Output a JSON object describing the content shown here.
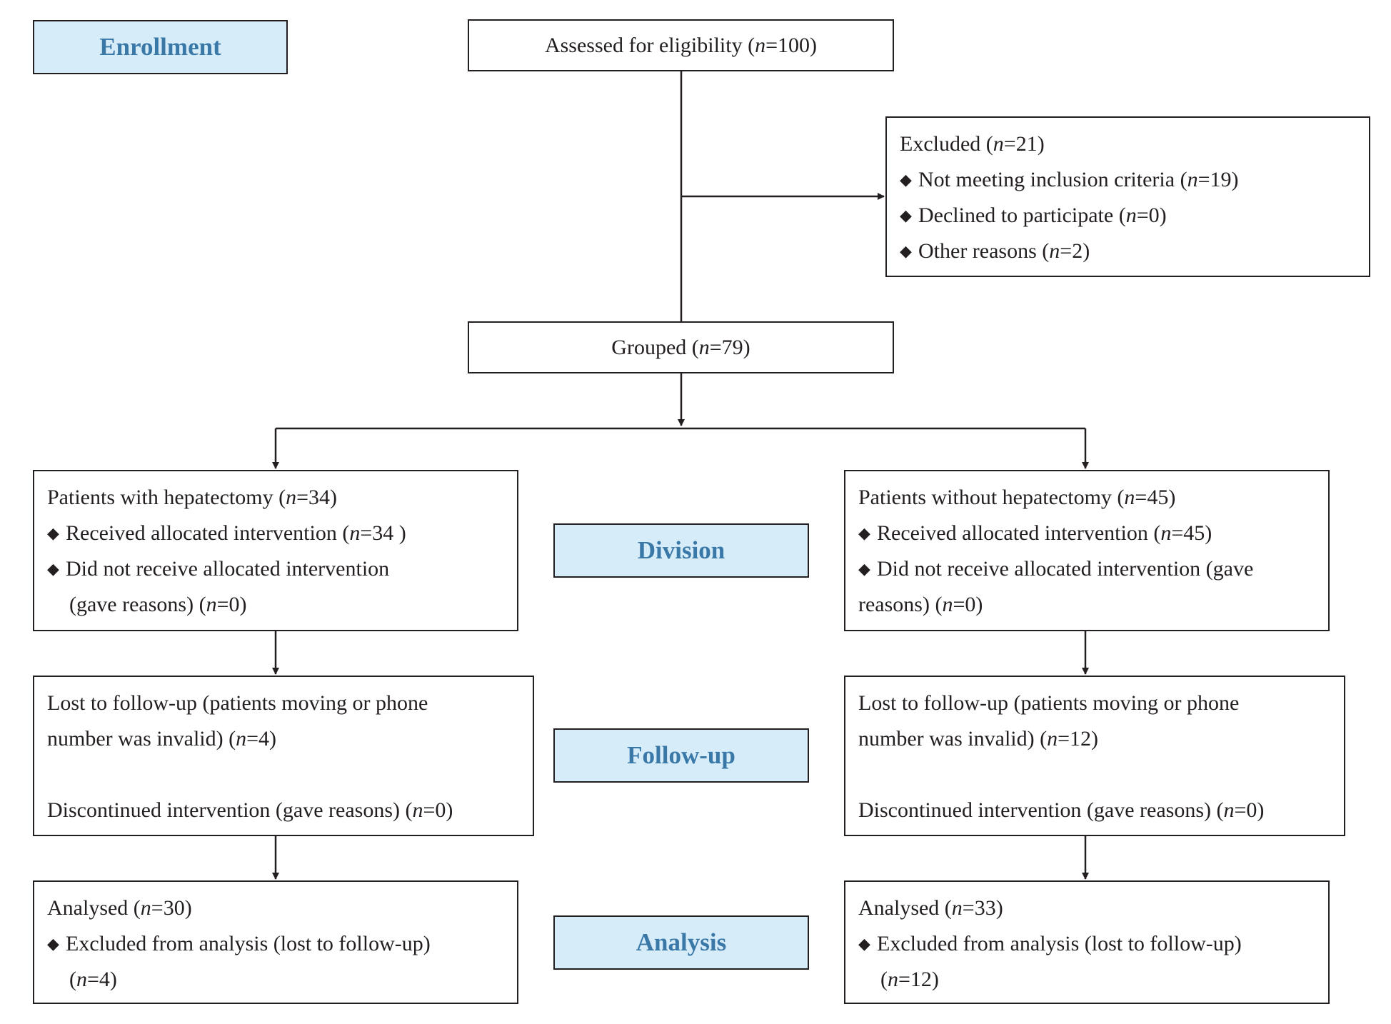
{
  "stages": {
    "enrollment": "Enrollment",
    "division": "Division",
    "follow_up": "Follow-up",
    "analysis": "Analysis"
  },
  "bullet": "◆",
  "assessed": {
    "label": "Assessed for eligibility (",
    "n_var": "n",
    "n_val": "=100)"
  },
  "excluded": {
    "title": {
      "label": "Excluded (",
      "n_var": "n",
      "n_val": "=21)"
    },
    "items": [
      {
        "label": "Not meeting inclusion criteria (",
        "n_var": "n",
        "n_val": "=19)"
      },
      {
        "label": "Declined to participate (",
        "n_var": "n",
        "n_val": "=0)"
      },
      {
        "label": "Other reasons (",
        "n_var": "n",
        "n_val": "=2)"
      }
    ]
  },
  "grouped": {
    "label": "Grouped (",
    "n_var": "n",
    "n_val": "=79)"
  },
  "left": {
    "division": {
      "title": {
        "label": "Patients with hepatectomy (",
        "n_var": "n",
        "n_val": "=34)"
      },
      "item1": {
        "label": "Received allocated intervention (",
        "n_var": "n",
        "n_val": "=34 )"
      },
      "item2_line1": "Did not receive allocated intervention",
      "item2_line2": {
        "label": "(gave reasons) (",
        "n_var": "n",
        "n_val": "=0)"
      }
    },
    "followup": {
      "line1": "Lost to follow-up (patients moving or phone",
      "line2": {
        "label": "number was invalid) (",
        "n_var": "n",
        "n_val": "=4)"
      },
      "line3": {
        "label": "Discontinued intervention (gave reasons) (",
        "n_var": "n",
        "n_val": "=0)"
      }
    },
    "analysis": {
      "title": {
        "label": "Analysed (",
        "n_var": "n",
        "n_val": "=30)"
      },
      "item1": "Excluded from analysis (lost to follow-up)",
      "item1_n": {
        "label": "(",
        "n_var": "n",
        "n_val": "=4)"
      }
    }
  },
  "right": {
    "division": {
      "title": {
        "label": "Patients without hepatectomy (",
        "n_var": "n",
        "n_val": "=45)"
      },
      "item1": {
        "label": "Received allocated intervention (",
        "n_var": "n",
        "n_val": "=45)"
      },
      "item2_line1": "Did not receive allocated intervention (gave",
      "item2_line2": {
        "label": "reasons) (",
        "n_var": "n",
        "n_val": "=0)"
      }
    },
    "followup": {
      "line1": "Lost to follow-up (patients moving or phone",
      "line2": {
        "label": "number was invalid) (",
        "n_var": "n",
        "n_val": "=12)"
      },
      "line3": {
        "label": "Discontinued intervention (gave reasons) (",
        "n_var": "n",
        "n_val": "=0)"
      }
    },
    "analysis": {
      "title": {
        "label": "Analysed (",
        "n_var": "n",
        "n_val": "=33)"
      },
      "item1": "Excluded from analysis (lost to follow-up)",
      "item1_n": {
        "label": "(",
        "n_var": "n",
        "n_val": "=12)"
      }
    }
  }
}
